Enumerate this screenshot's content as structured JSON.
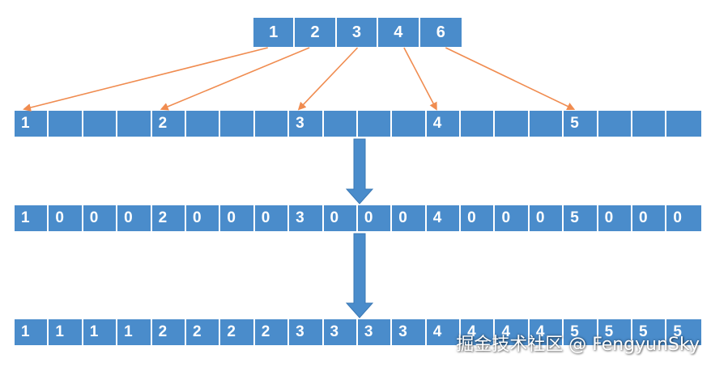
{
  "colors": {
    "cell_fill": "#4a8ccb",
    "cell_text": "#ffffff",
    "pointer_arrow": "#f08c50",
    "down_arrow": "#4a8ccb"
  },
  "diagram": {
    "source_row": [
      "1",
      "2",
      "3",
      "4",
      "6"
    ],
    "sparse_row": [
      "1",
      "",
      "",
      "",
      "2",
      "",
      "",
      "",
      "3",
      "",
      "",
      "",
      "4",
      "",
      "",
      "",
      "5",
      "",
      "",
      ""
    ],
    "zero_filled_row": [
      "1",
      "0",
      "0",
      "0",
      "2",
      "0",
      "0",
      "0",
      "3",
      "0",
      "0",
      "0",
      "4",
      "0",
      "0",
      "0",
      "5",
      "0",
      "0",
      "0"
    ],
    "filled_row": [
      "1",
      "1",
      "1",
      "1",
      "2",
      "2",
      "2",
      "2",
      "3",
      "3",
      "3",
      "3",
      "4",
      "4",
      "4",
      "4",
      "5",
      "5",
      "5",
      "5"
    ],
    "pointer_links": [
      {
        "from": 0,
        "to": 0
      },
      {
        "from": 1,
        "to": 4
      },
      {
        "from": 2,
        "to": 8
      },
      {
        "from": 3,
        "to": 12
      },
      {
        "from": 4,
        "to": 16
      }
    ]
  },
  "watermark": "掘金技术社区 @ FengyunSky"
}
